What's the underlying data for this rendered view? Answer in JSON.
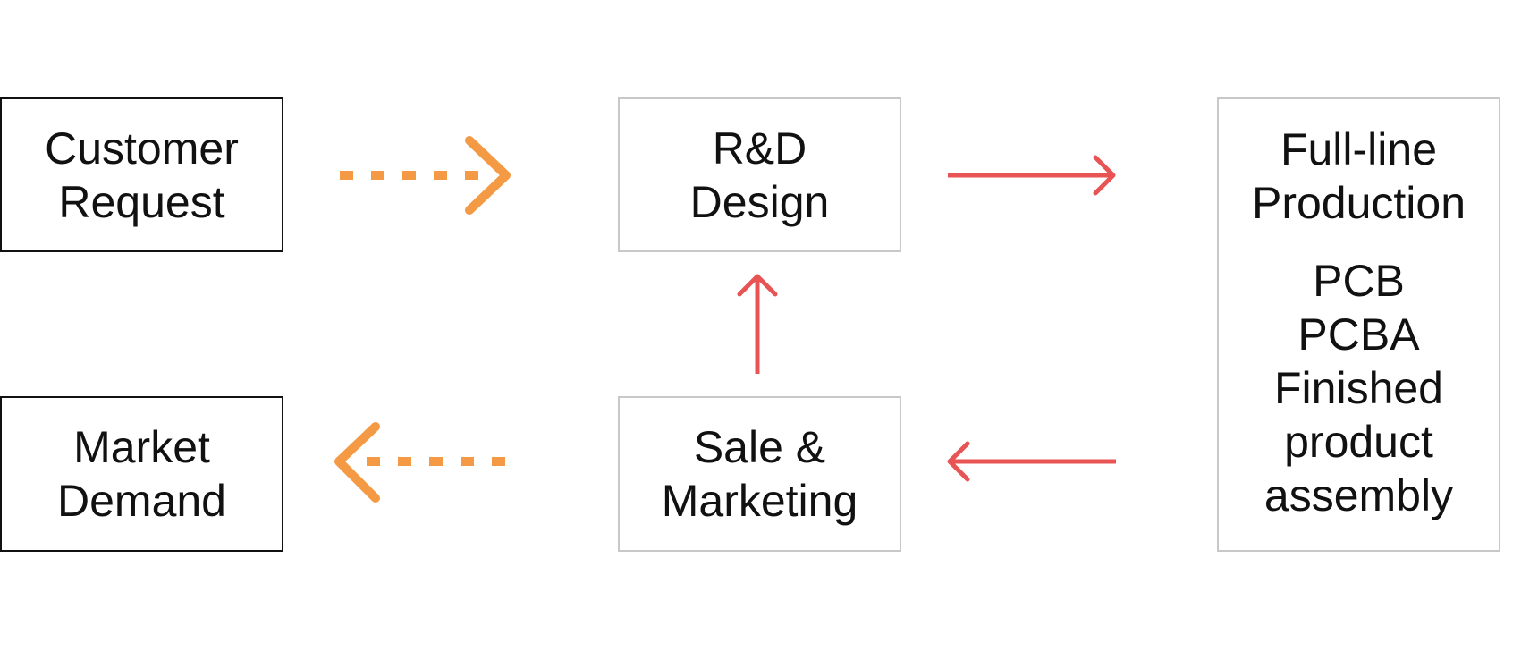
{
  "colors": {
    "orange_arrow": "#f49a44",
    "red_arrow": "#e85454",
    "dark_border": "#111111",
    "light_border": "#c8c8c8"
  },
  "nodes": {
    "customer_request": {
      "line1": "Customer",
      "line2": "Request"
    },
    "market_demand": {
      "line1": "Market",
      "line2": "Demand"
    },
    "rd_design": {
      "line1": "R&D",
      "line2": "Design"
    },
    "sale_marketing": {
      "line1": "Sale &",
      "line2": "Marketing"
    },
    "full_line_production": {
      "heading_line1": "Full-line",
      "heading_line2": "Production",
      "items": [
        "PCB",
        "PCBA",
        "Finished",
        "product",
        "assembly"
      ]
    }
  },
  "edges": [
    {
      "from": "customer_request",
      "to": "rd_design",
      "style": "dashed",
      "color": "orange"
    },
    {
      "from": "rd_design",
      "to": "full_line_production",
      "style": "solid",
      "color": "red"
    },
    {
      "from": "sale_marketing",
      "to": "rd_design",
      "style": "solid",
      "color": "red"
    },
    {
      "from": "full_line_production",
      "to": "sale_marketing",
      "style": "solid",
      "color": "red"
    },
    {
      "from": "sale_marketing",
      "to": "market_demand",
      "style": "dashed",
      "color": "orange"
    }
  ]
}
